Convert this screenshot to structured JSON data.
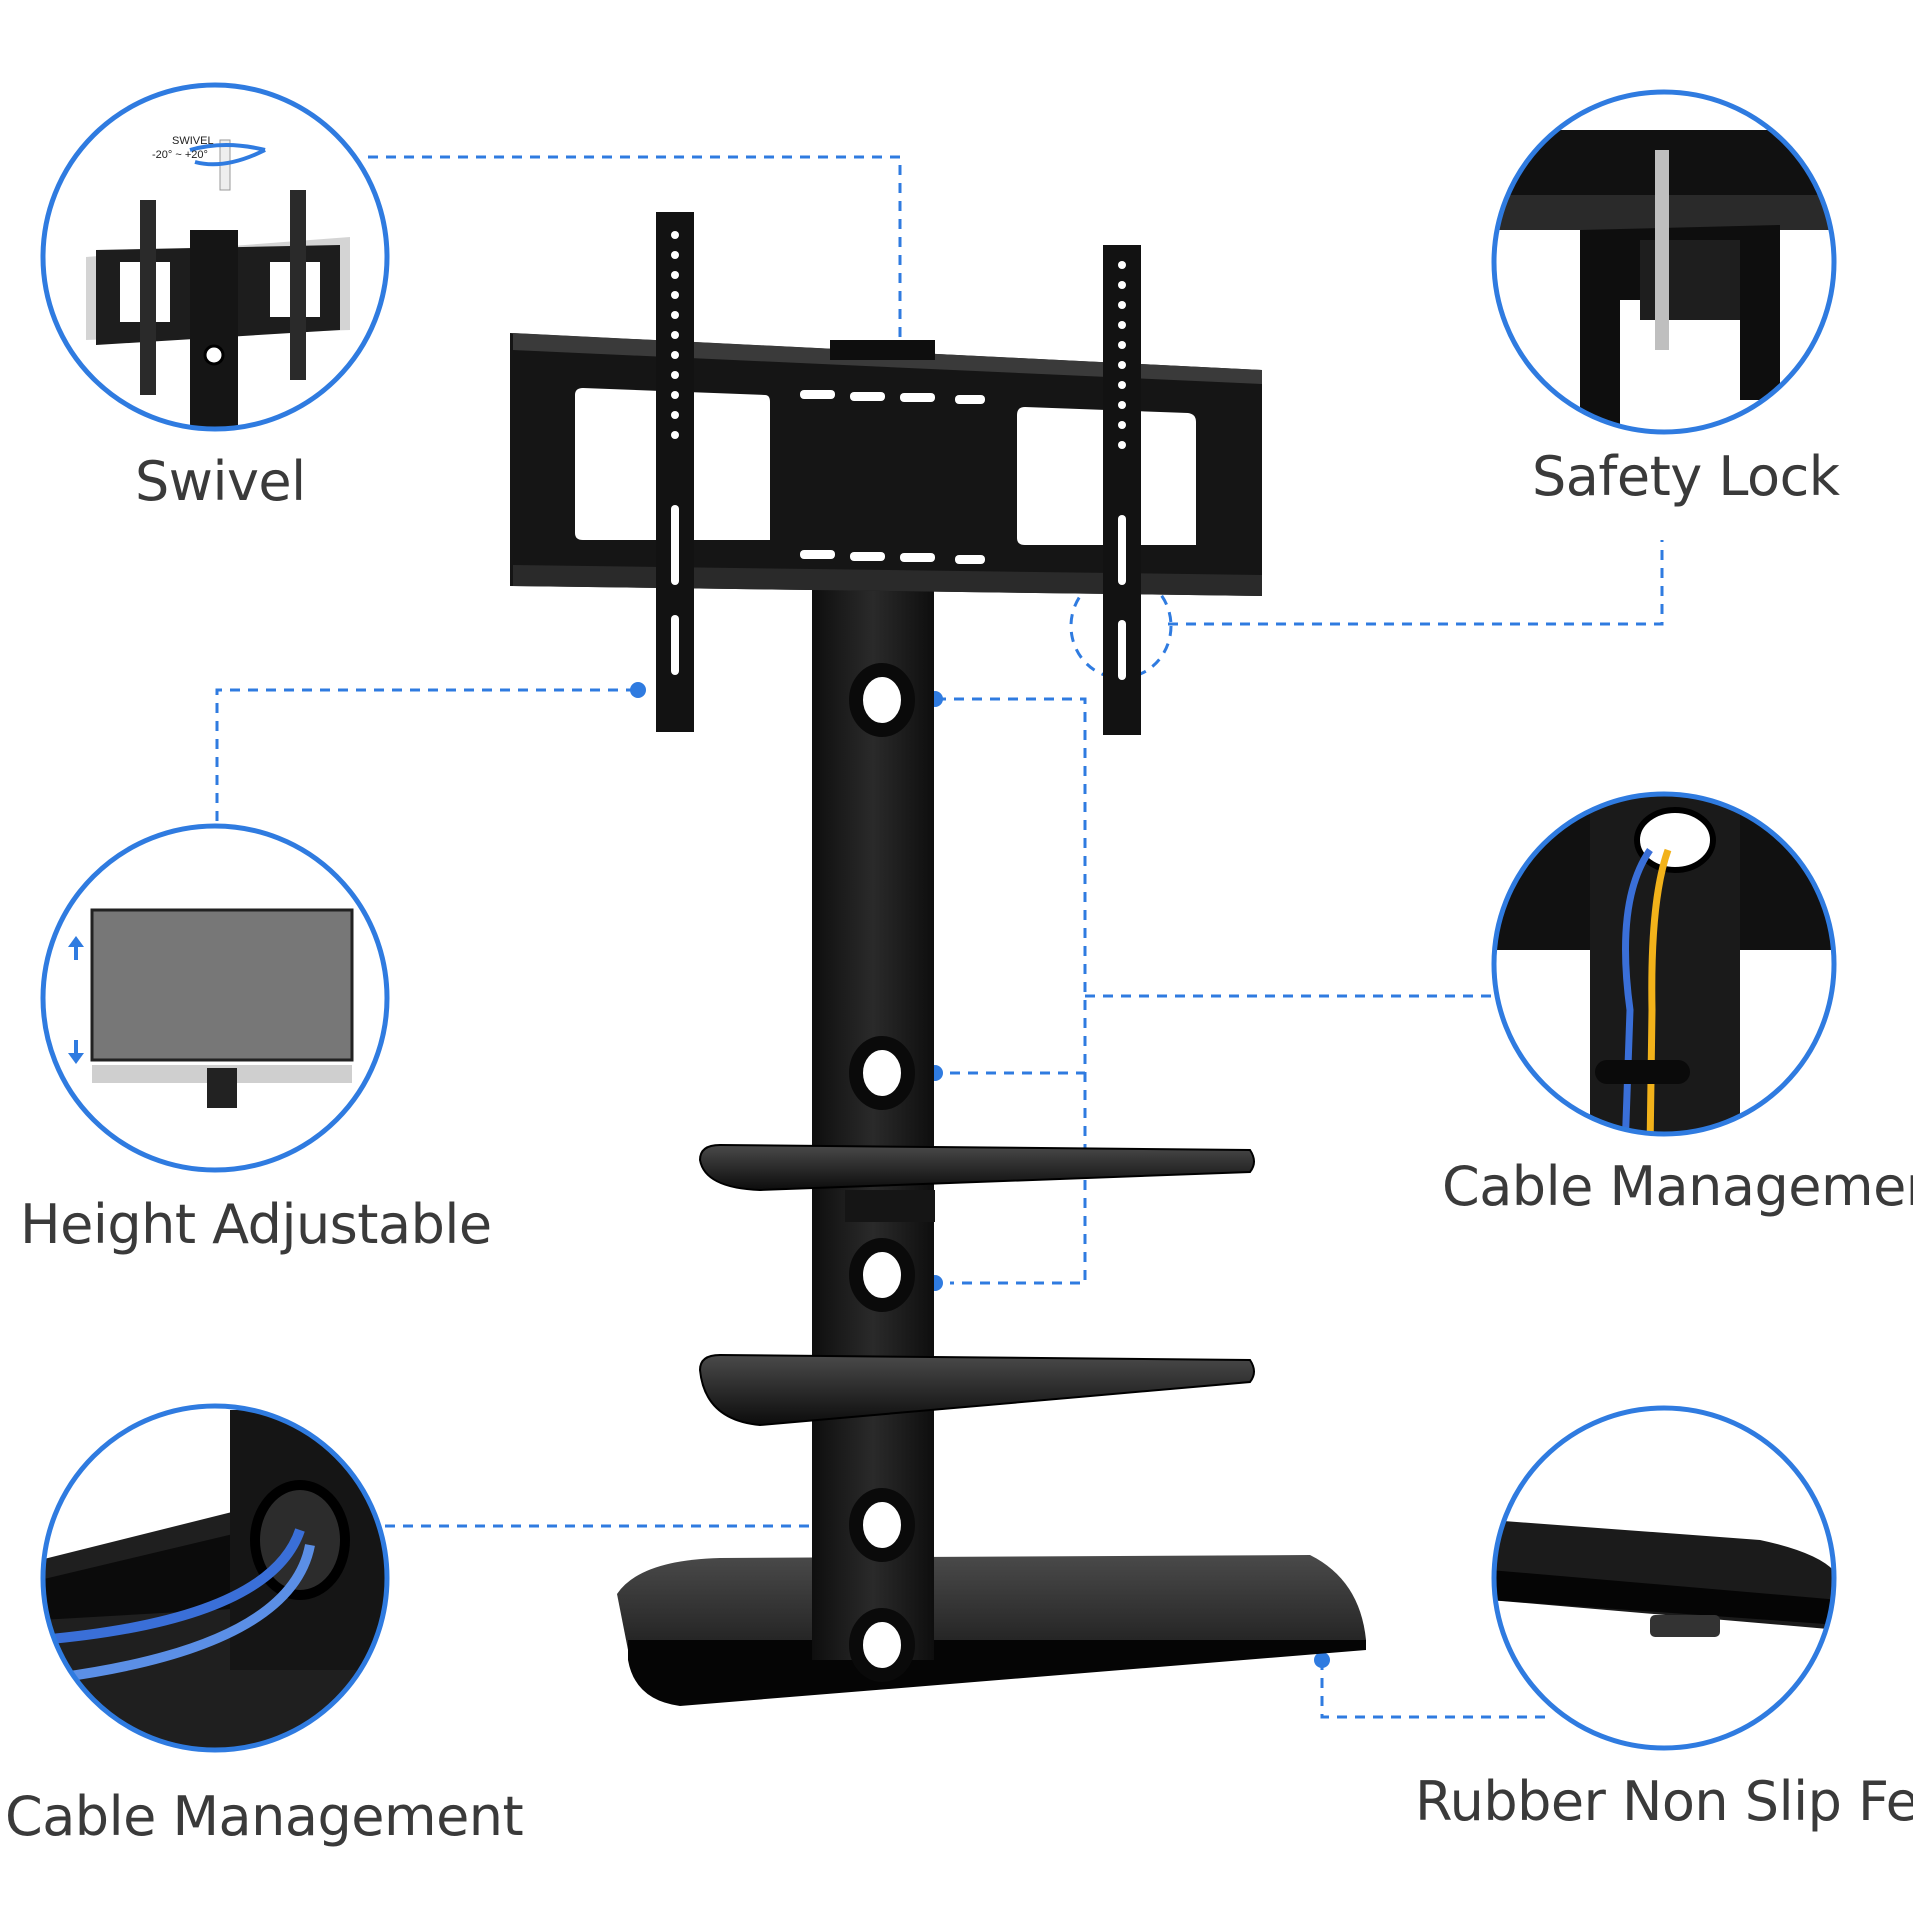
{
  "features": {
    "swivel": {
      "label": "Swivel",
      "icon_text": "SWIVEL",
      "range": "-20° ~ +20°"
    },
    "safety_lock": {
      "label": "Safety Lock"
    },
    "height_adjustable": {
      "label": "Height Adjustable"
    },
    "cable_management_right": {
      "label": "Cable Management"
    },
    "cable_management_left": {
      "label": "Cable Management"
    },
    "rubber_feet": {
      "label": "Rubber Non Slip Feet"
    }
  },
  "colors": {
    "accent": "#2f7be0",
    "product": "#1a1a1a",
    "label_text": "#3a3a3a",
    "cable_blue": "#3a6fd8",
    "cable_yellow": "#f2b21a"
  }
}
